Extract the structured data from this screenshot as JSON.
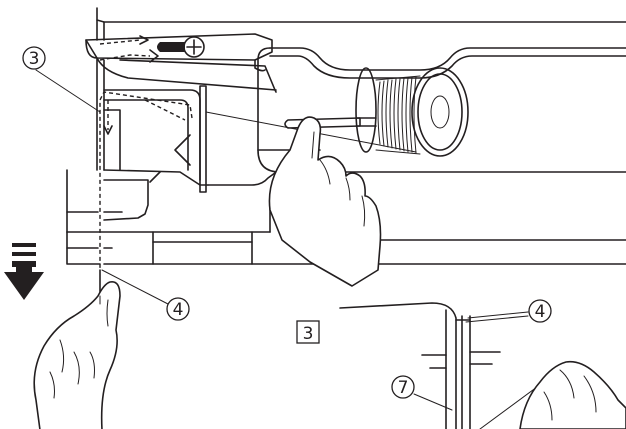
{
  "callouts": {
    "c3": "3",
    "c4_left": "4",
    "c4_right": "4",
    "c7": "7"
  },
  "step_label": "3"
}
